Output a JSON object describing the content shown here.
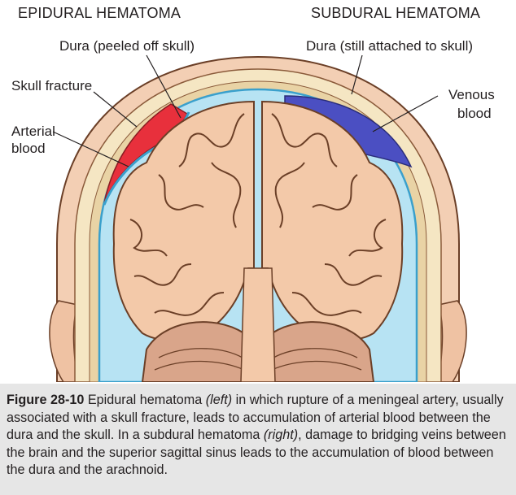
{
  "headers": {
    "left": "EPIDURAL HEMATOMA",
    "right": "SUBDURAL HEMATOMA"
  },
  "labels": {
    "dura_peeled": "Dura (peeled off skull)",
    "dura_attached": "Dura (still attached to skull)",
    "skull_fracture": "Skull fracture",
    "arterial_line1": "Arterial",
    "arterial_line2": "blood",
    "venous_line1": "Venous",
    "venous_line2": "blood"
  },
  "caption": {
    "figure_label": "Figure 28-10",
    "part1": " Epidural hematoma ",
    "left_word": "(left)",
    "part2": " in which rupture of a meningeal artery, usually associated with a skull fracture, leads to accumulation of arterial blood between the dura and the skull. In a subdural hematoma ",
    "right_word": "(right)",
    "part3": ", damage to bridging veins between the brain and the superior sagittal sinus leads to the accumulation of blood between the dura and the arachnoid."
  },
  "colors": {
    "skin": "#f3cfb4",
    "bone": "#f5e6c3",
    "dura": "#7fc6e4",
    "csf": "#b7e3f3",
    "brain": "#f3c9a9",
    "gyri_line": "#6b3f27",
    "arterial": "#e8303c",
    "venous": "#4b4fc2",
    "caption_bg": "#e6e6e6"
  }
}
